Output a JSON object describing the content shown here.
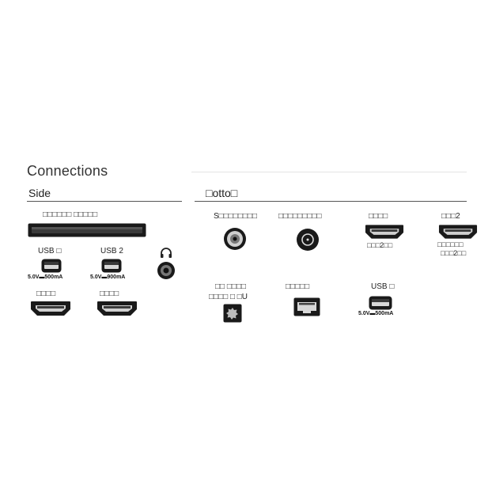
{
  "title": "Connections",
  "side": {
    "heading": "Side",
    "ci_slot_label": "□□□□□□ □□□□□",
    "usb1": {
      "label": "USB □",
      "spec": "5.0V▬500mA"
    },
    "usb2": {
      "label": "USB 2",
      "spec": "5.0V▬900mA"
    },
    "hdmi1_label": "□□□□",
    "hdmi2_label": "□□□□"
  },
  "bottom": {
    "heading": "□otto□",
    "sat_label": "S□□□□□□□□",
    "antenna_label": "□□□□□□□□□",
    "hdmi3": {
      "label": "□□□□",
      "sub": "□□□2□□"
    },
    "hdmi4": {
      "label": "□□□2",
      "sub1": "□□□□□□",
      "sub2": "□□□2□□"
    },
    "optical": {
      "label1": "□□ □□□□",
      "label2": "□□□□ □ □U"
    },
    "lan_label": "□□□□□",
    "usb3": {
      "label": "USB □",
      "spec": "5.0V▬500mA"
    }
  },
  "colors": {
    "port": "#1a1a1a",
    "rule": "#555555"
  }
}
